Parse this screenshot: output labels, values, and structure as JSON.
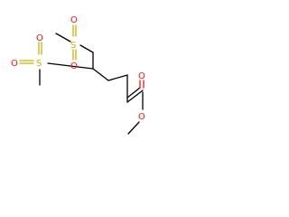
{
  "molecule": {
    "atoms": {
      "s_upper": "S",
      "s_upper_o_top": "O",
      "s_upper_o_bottom": "O",
      "s_lower": "S",
      "s_lower_o_top": "O",
      "s_lower_o_left": "O",
      "ester_o_carbonyl": "O",
      "ester_o_ether": "O"
    },
    "colors": {
      "bond": "#000000",
      "oxygen": "#ff0d0d",
      "sulfur": "#c8b400",
      "background": "#ffffff"
    }
  }
}
